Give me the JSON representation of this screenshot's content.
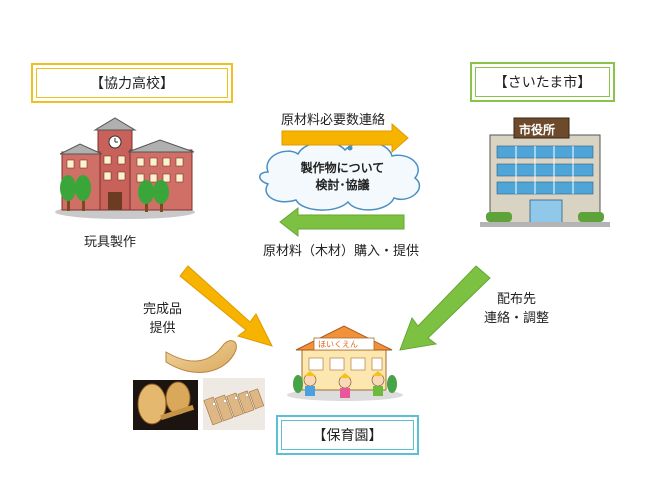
{
  "boxes": {
    "kyoryoku": "【協力高校】",
    "saitama": "【さいたま市】",
    "hoikuen": "【保育園】"
  },
  "labels": {
    "toy_making": "玩具製作",
    "material_contact": "原材料必要数連絡",
    "material_purchase": "原材料（木材）購入・提供",
    "finished_line1": "完成品",
    "finished_line2": "提供",
    "distribution_line1": "配布先",
    "distribution_line2": "連絡・調整"
  },
  "cloud": {
    "line1": "製作物について",
    "line2": "検討･協議"
  },
  "signs": {
    "city_hall": "市役所",
    "nursery": "ほいくえん"
  },
  "colors": {
    "orange_arrow": "#f6b300",
    "green_arrow": "#7dc142",
    "yellow_border": "#f0c020",
    "green_border": "#8ac24a",
    "blue_border": "#5bbfd6"
  }
}
